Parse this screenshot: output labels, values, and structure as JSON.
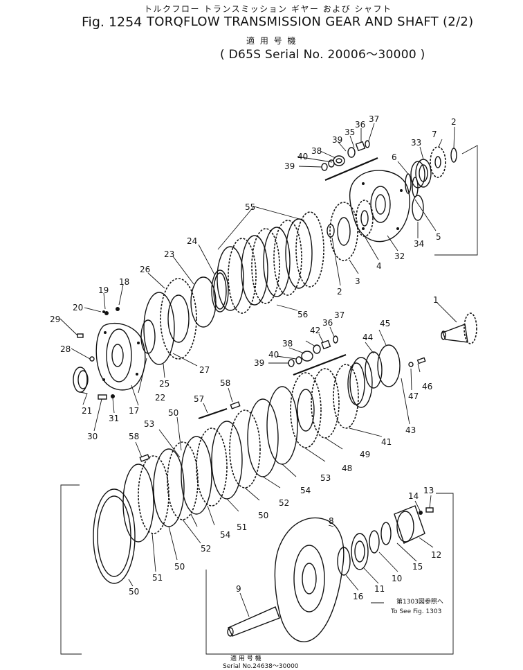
{
  "header": {
    "jp_title": "トルクフロー トランスミッション ギヤー および シャフト",
    "fig_label": "Fig. 1254",
    "title": "TORQFLOW TRANSMISSION GEAR AND SHAFT (2/2)",
    "jp_applicable": "適 用 号 機",
    "serial": "( D65S Serial No. 20006～30000 )"
  },
  "notes": {
    "see_fig_jp": "第1303図参照へ",
    "see_fig_en": "To See Fig. 1303",
    "footer_jp": "適 用 号 機",
    "footer_serial": "Serial No.24638～30000"
  },
  "callouts": [
    "1",
    "2",
    "2",
    "3",
    "4",
    "5",
    "6",
    "7",
    "8",
    "9",
    "10",
    "11",
    "12",
    "13",
    "14",
    "15",
    "16",
    "17",
    "18",
    "19",
    "20",
    "21",
    "22",
    "23",
    "24",
    "25",
    "26",
    "27",
    "28",
    "29",
    "30",
    "31",
    "32",
    "33",
    "34",
    "35",
    "36",
    "36",
    "37",
    "37",
    "38",
    "38",
    "39",
    "39",
    "39",
    "40",
    "40",
    "41",
    "42",
    "43",
    "44",
    "45",
    "46",
    "47",
    "48",
    "49",
    "50",
    "50",
    "50",
    "50",
    "51",
    "51",
    "52",
    "52",
    "53",
    "53",
    "54",
    "54",
    "55",
    "56",
    "57",
    "58",
    "58"
  ]
}
